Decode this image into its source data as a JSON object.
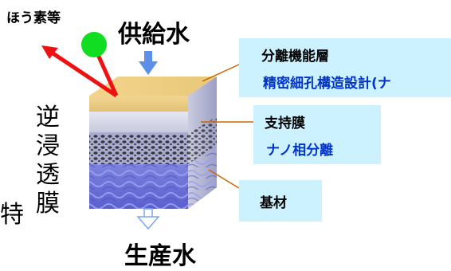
{
  "labels": {
    "boron": "ほう素等",
    "feed_water": "供給水",
    "product_water": "生産水",
    "membrane_vertical": [
      "逆",
      "浸",
      "透",
      "膜"
    ],
    "cut_left_char": "特",
    "top_cut_text": "・・・ ・・・・・・ ・・・・"
  },
  "callouts": {
    "separation_layer": {
      "title": "分離機能層",
      "subtitle": "精密細孔構造設計(ナ"
    },
    "support_membrane": {
      "title": "支持膜",
      "subtitle": "ナノ相分離"
    },
    "substrate": {
      "title": "基材"
    }
  },
  "colors": {
    "callout_bg": "#ccf2ff",
    "callout_line": "#cc6600",
    "arrow_red": "#ee1111",
    "ball_green": "#11dd22",
    "flow_arrow_blue": "#5b8fe8",
    "top_layer": "#f5d98a",
    "mid_layer": "#d9dcef",
    "bottom_layer": "#6b6fd8"
  },
  "icons": {
    "feed_arrow": "down-arrow-icon",
    "product_arrow": "down-arrow-outline-icon",
    "rejection_arrow": "red-arrow-icon",
    "particle": "green-ball-icon"
  }
}
